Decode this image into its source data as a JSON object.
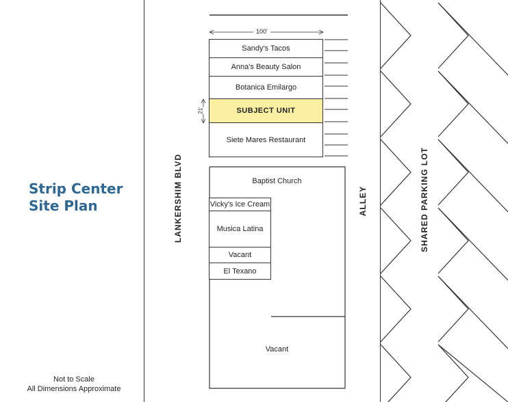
{
  "title": {
    "line1": "Strip Center",
    "line2": "Site Plan"
  },
  "notes": {
    "line1": "Not to Scale",
    "line2": "All Dimensions Approximate"
  },
  "streets": {
    "main": "LANKERSHIM BLVD",
    "alley": "ALLEY",
    "parking": "SHARED PARKING LOT"
  },
  "dimensions": {
    "width": "100'",
    "depth": "21'"
  },
  "north_building": {
    "units": [
      "Sandy's Tacos",
      "Anna's Beauty Salon",
      "Botanica Emilargo",
      "SUBJECT UNIT",
      "Siete Mares Restaurant"
    ],
    "subject_index": 3
  },
  "south_building": {
    "anchor": "Baptist Church",
    "units": [
      "Vicky's Ice Cream",
      "Musica Latina",
      "Vacant",
      "El Texano"
    ],
    "rear": "Vacant"
  },
  "colors": {
    "title": "#2e6792",
    "subject": "#fbf0a1",
    "lines": "#333333"
  }
}
